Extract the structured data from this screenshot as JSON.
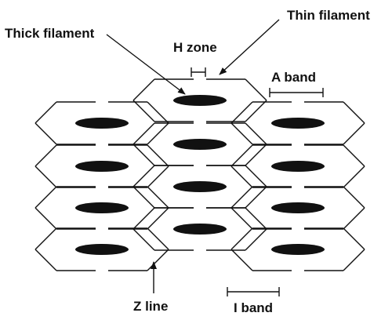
{
  "labels": {
    "thick_filament": "Thick filament",
    "thin_filament": "Thin filament",
    "h_zone": "H zone",
    "a_band": "A band",
    "z_line": "Z line",
    "i_band": "I band"
  },
  "colors": {
    "ink": "#111111",
    "background": "#ffffff"
  }
}
